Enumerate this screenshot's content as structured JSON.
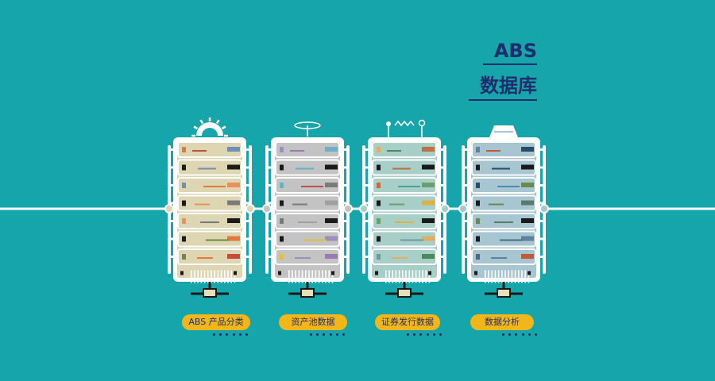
{
  "title": {
    "line1": "ABS",
    "line2": "数据库"
  },
  "colors": {
    "background": "#15a5ab",
    "title": "#1e2d6b",
    "label_pill": "#f2b619",
    "rack_frame": "#ffffff",
    "rack_panels": [
      "#ded5b2",
      "#c3c3c3",
      "#a8cec8",
      "#a8c6d2"
    ]
  },
  "modules": [
    {
      "label": "ABS 产品分类",
      "top_icon": "sun-dial-icon"
    },
    {
      "label": "资产池数据",
      "top_icon": "rotor-icon"
    },
    {
      "label": "证券发行数据",
      "top_icon": "antenna-wave-icon"
    },
    {
      "label": "数据分析",
      "top_icon": "cap-icon"
    }
  ]
}
